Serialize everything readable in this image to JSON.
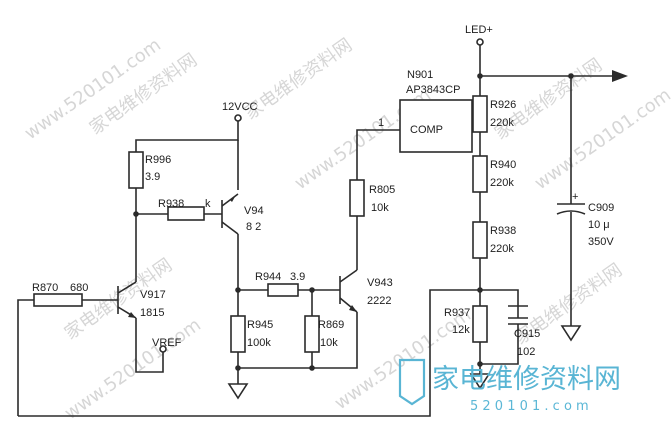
{
  "labels": {
    "led": "LED+",
    "v12": "12VCC",
    "vref": "VREF",
    "n901": "N901",
    "ap3843": "AP3843CP",
    "comp": "COMP",
    "pin1": "1",
    "r996_ref": "R996",
    "r996_val": "3.9",
    "r938_left": "R938",
    "r938_left_val": "k",
    "v942_ref": "V94",
    "v942_part": "8 2",
    "r805_ref": "R805",
    "r805_val": "10k",
    "r870": "R870",
    "r870_val": "680",
    "v917_ref": "V917",
    "v917_part": "1815",
    "r944": "R944",
    "r944_val": "3.9",
    "v943_ref": "V943",
    "v943_part": "2222",
    "r945_ref": "R945",
    "r945_val": "100k",
    "r869_ref": "R869",
    "r869_val": "10k",
    "r926_ref": "R926",
    "r926_val": "220k",
    "r940_ref": "R940",
    "r940_val": "220k",
    "r938_ref": "R938",
    "r938_val": "220k",
    "r937_ref": "R937",
    "r937_val": "12k",
    "c915_ref": "C915",
    "c915_val": "102",
    "c909_ref": "C909",
    "c909_val": "10 μ",
    "c909_volt": "350V",
    "c909_plus": "+"
  },
  "watermarks": {
    "cn_small": "家电维修资料网",
    "url": "www.520101.com",
    "cn_logo": "家电维修资料网",
    "logo_url": "5 2 0 1 0 1 . c o m"
  },
  "colors": {
    "line": "#2b2b2b",
    "watermark_gray": "#d6d6d6",
    "watermark_blue": "#59b5d4"
  }
}
